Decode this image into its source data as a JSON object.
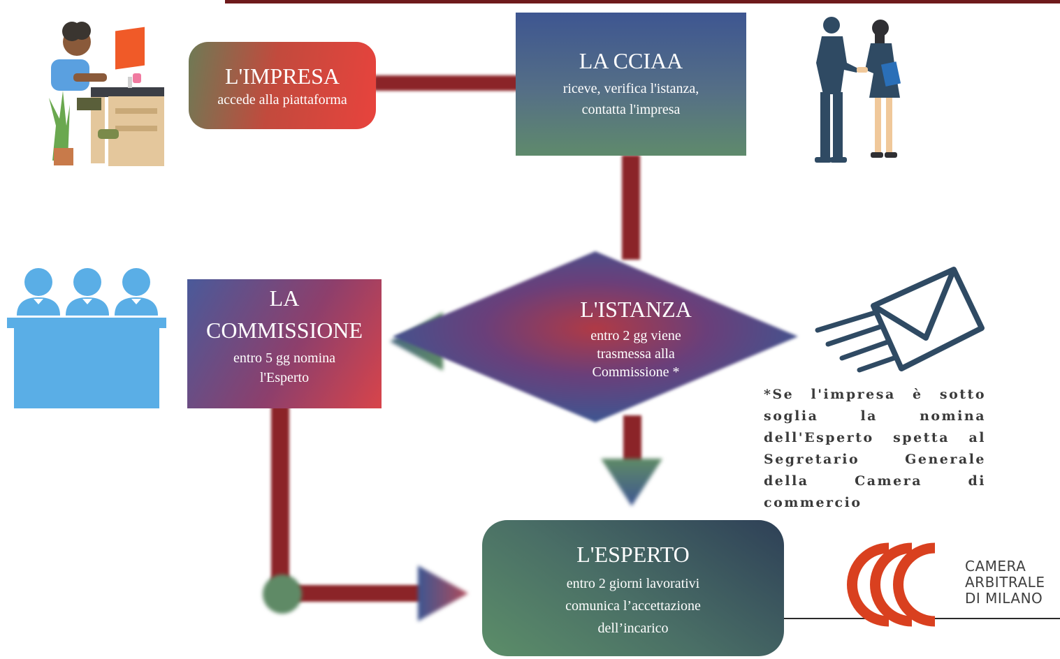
{
  "nodes": {
    "impresa": {
      "title": "L'IMPRESA",
      "desc": "accede alla piattaforma"
    },
    "cciaa": {
      "title": "LA CCIAA",
      "desc_1": "riceve, verifica l'istanza,",
      "desc_2": "contatta l'impresa"
    },
    "istanza": {
      "title": "L'ISTANZA",
      "desc_1": "entro 2 gg viene",
      "desc_2": "trasmessa alla",
      "desc_3": "Commissione *"
    },
    "commissione": {
      "title_1": "LA",
      "title_2": "COMMISSIONE",
      "desc_1": "entro 5 gg nomina",
      "desc_2": "l'Esperto"
    },
    "esperto": {
      "title": "L'ESPERTO",
      "desc_1": "entro 2 giorni lavorativi",
      "desc_2": "comunica l’accettazione",
      "desc_3": "dell’incarico"
    }
  },
  "footnote": "*Se l'impresa è sotto soglia la nomina dell'Esperto spetta al Segretario Generale della Camera di commercio",
  "logo": {
    "line_1": "CAMERA",
    "line_2": "ARBITRALE",
    "line_3": "DI MILANO"
  },
  "icons": [
    "person-at-desk-icon",
    "handshake-icon",
    "commission-panel-icon",
    "envelope-icon",
    "camera-arbitrale-logo-icon"
  ],
  "colors": {
    "connector": "#8b2428",
    "accent_red": "#e8433d",
    "accent_blue": "#3e5691",
    "accent_green": "#5f8a6c",
    "logo_red": "#d9401f",
    "person_blue": "#5aaee6"
  }
}
